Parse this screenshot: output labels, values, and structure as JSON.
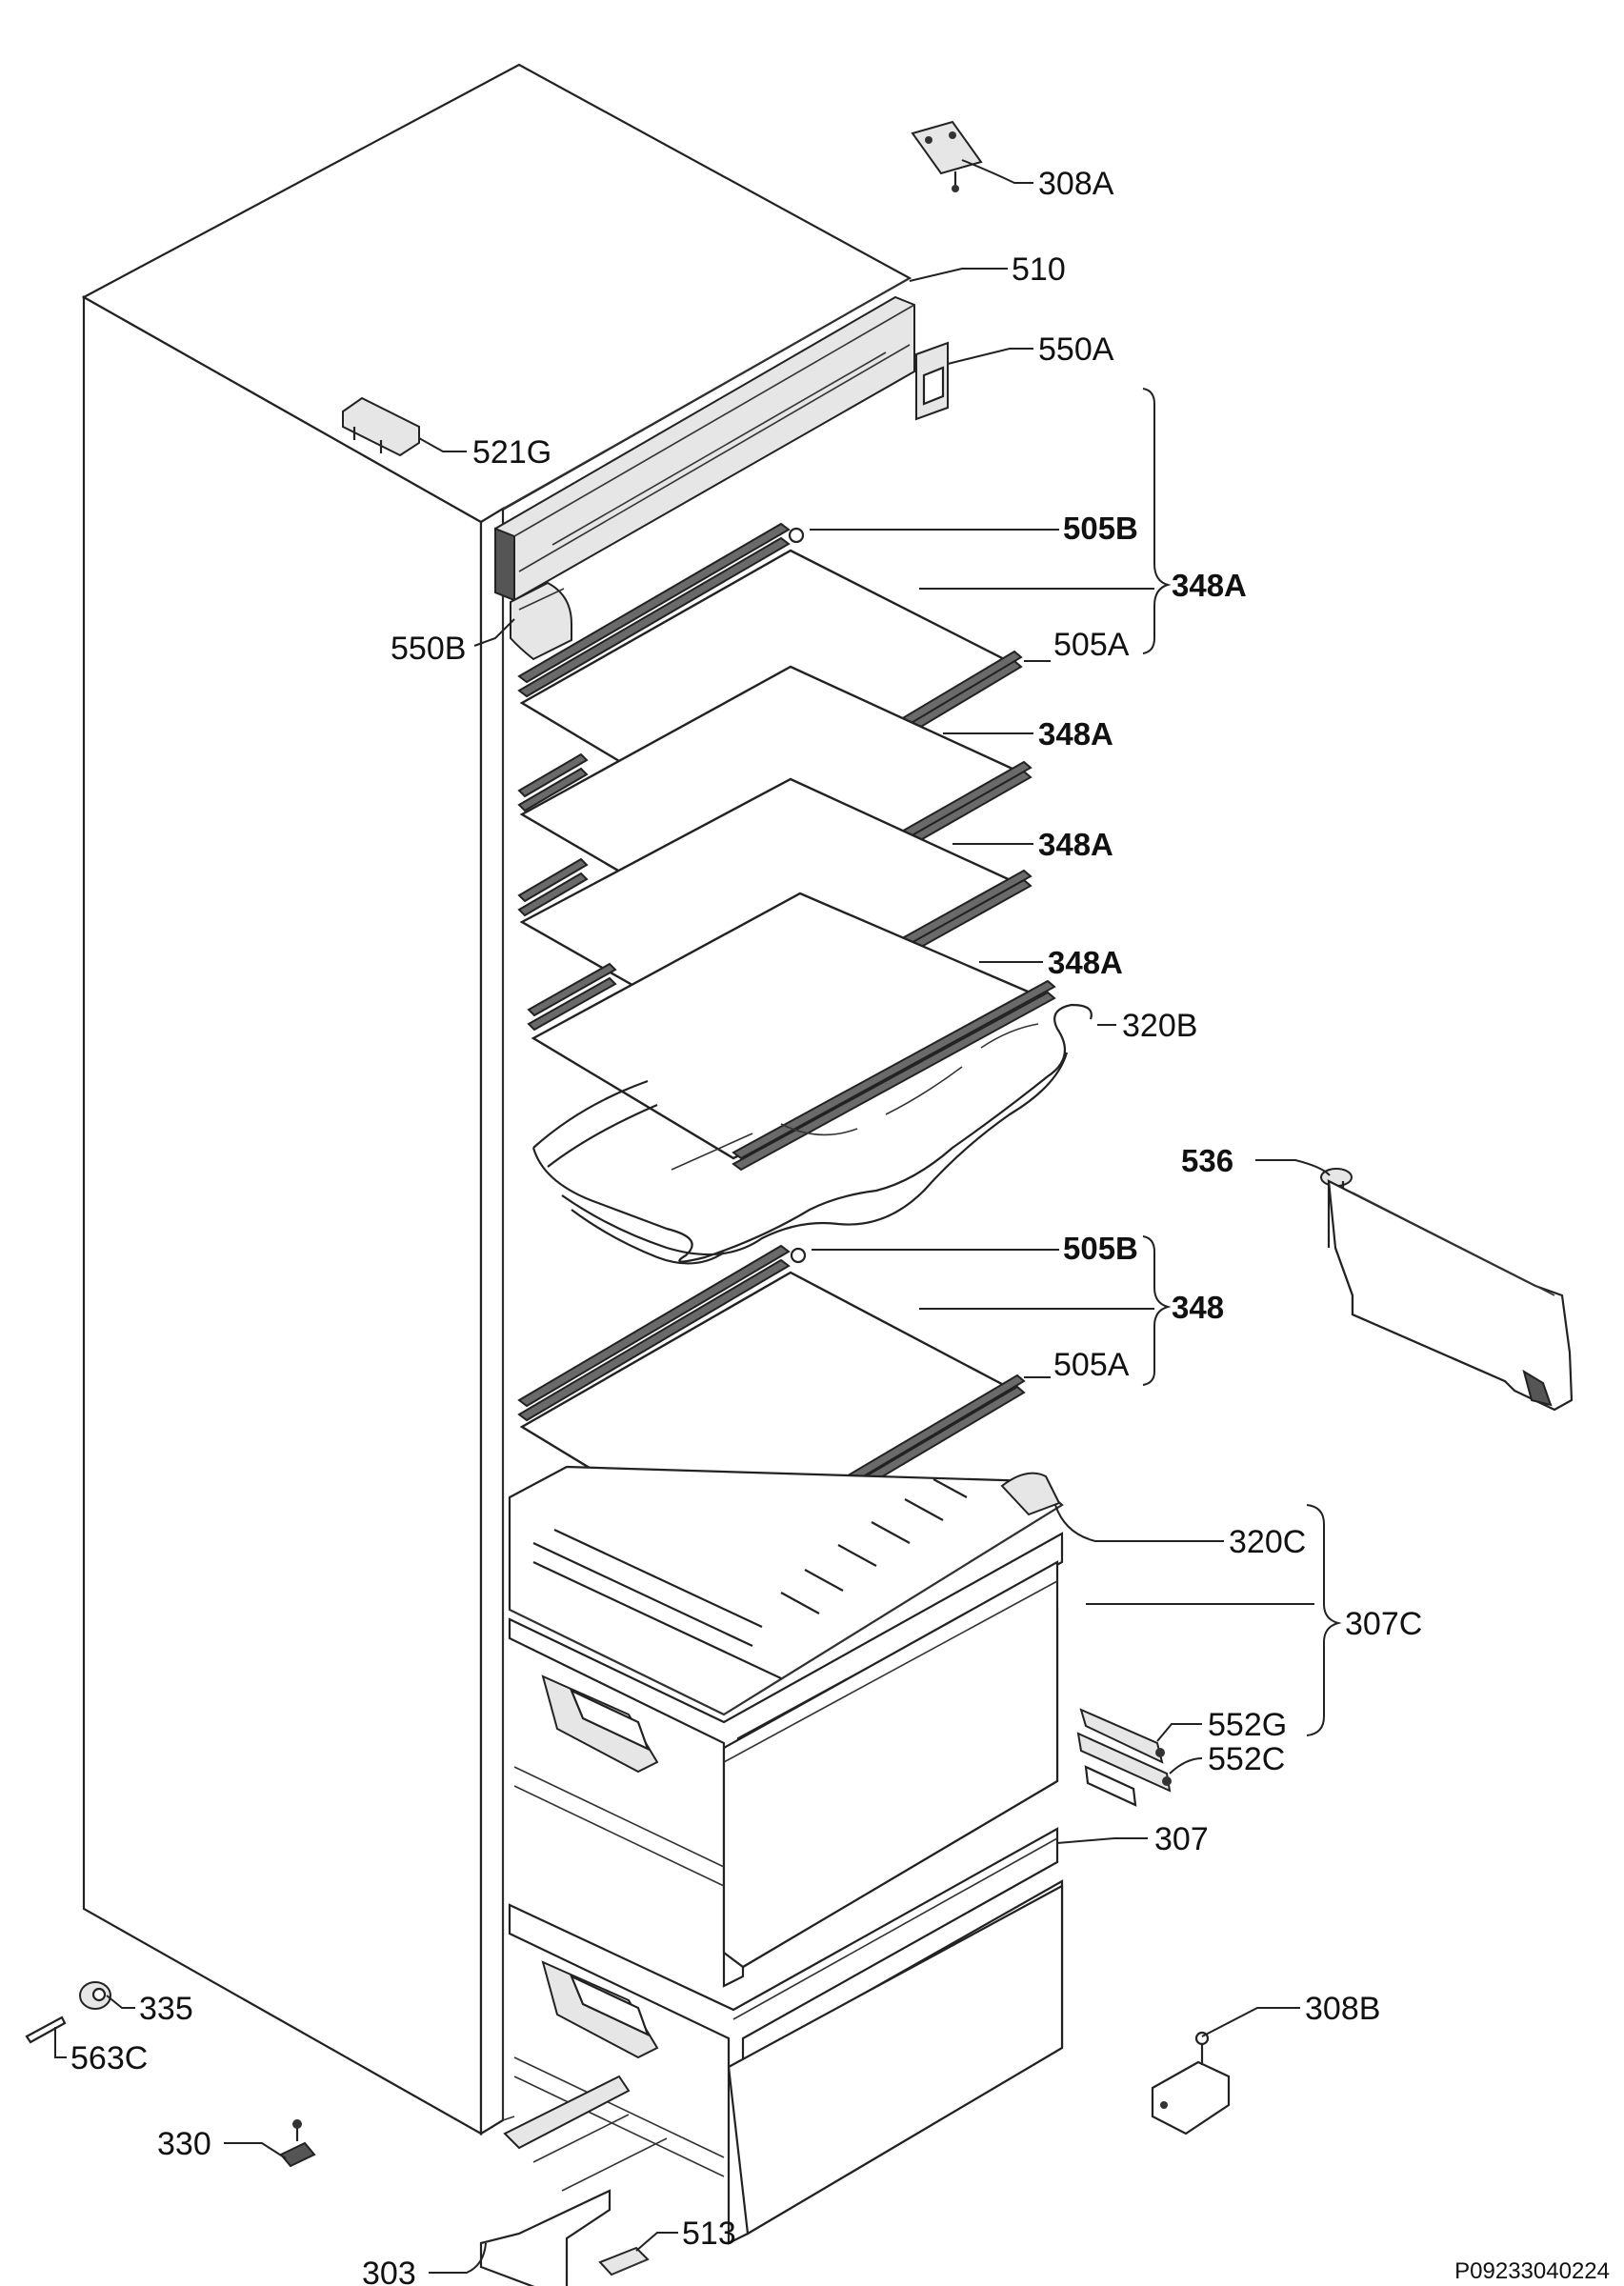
{
  "labels": {
    "l308A": "308A",
    "l510": "510",
    "l550A": "550A",
    "l521G": "521G",
    "l505B_top": "505B",
    "l348A_1": "348A",
    "l550B": "550B",
    "l505A_top": "505A",
    "l348A_2": "348A",
    "l348A_3": "348A",
    "l348A_4": "348A",
    "l320B": "320B",
    "l536": "536",
    "l505B_bot": "505B",
    "l348": "348",
    "l505A_bot": "505A",
    "l320C": "320C",
    "l307C": "307C",
    "l552G": "552G",
    "l552C": "552C",
    "l307": "307",
    "l335": "335",
    "l563C": "563C",
    "l308B": "308B",
    "l330": "330",
    "l303": "303",
    "l513": "513"
  },
  "document_code": "P09233040224"
}
